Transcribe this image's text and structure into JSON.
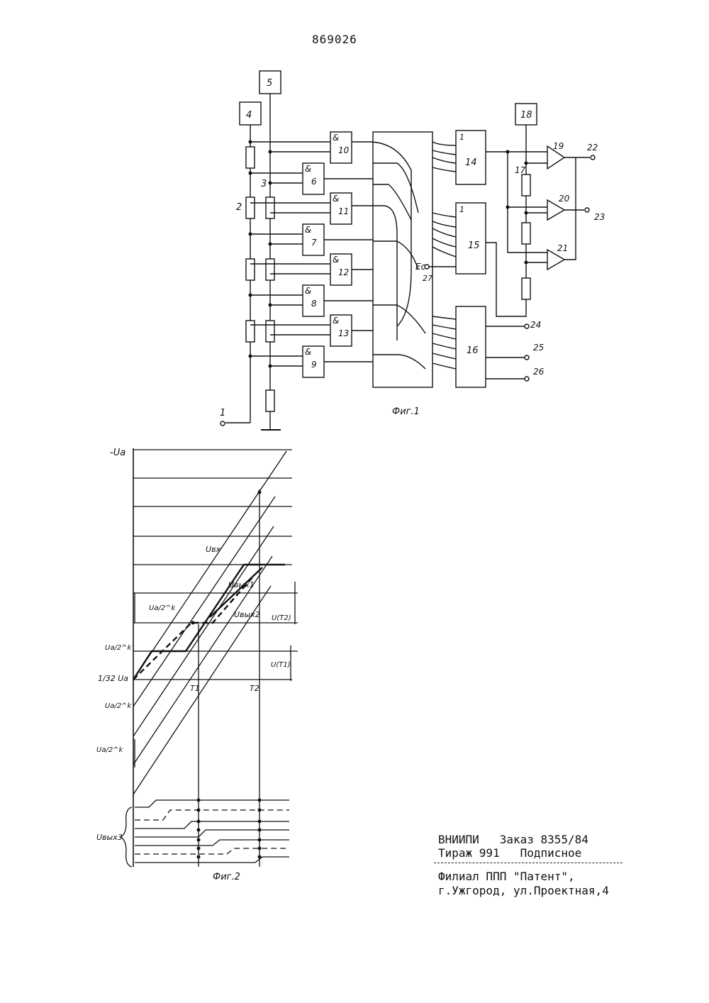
{
  "header": {
    "patent_number": "869026"
  },
  "fig1": {
    "caption": "Фиг.1",
    "blocks": [
      "4",
      "5",
      "18",
      "10",
      "6",
      "11",
      "7",
      "12",
      "8",
      "13",
      "9",
      "14",
      "15",
      "16"
    ],
    "gate_symbol": "&",
    "or_symbol": "1",
    "labels": {
      "n1": "1",
      "n2": "2",
      "n3": "3",
      "n17": "17",
      "n19": "19",
      "n20": "20",
      "n21": "21",
      "n22": "22",
      "n23": "23",
      "n24": "24",
      "n25": "25",
      "n26": "26",
      "ec": "Ec",
      "n27": "27"
    }
  },
  "fig2": {
    "caption": "Фиг.2",
    "labels": {
      "minus_ua": "-Ua",
      "ubx": "Uвх",
      "ubyx1": "Uвых1",
      "ubyx2": "Uвых2",
      "ua_2k": "Ua/2^k",
      "u_t2": "U(T2)",
      "u_t1": "U(T1)",
      "t1": "T1",
      "t2": "T2",
      "half": "1/32 Ua",
      "ubyx3": "Uвых3"
    }
  },
  "imprint": {
    "line1": "ВНИИПИ   Заказ 8355/84",
    "line2": "Тираж 991   Подписное",
    "line3": "Филиал ППП \"Патент\",",
    "line4": "г.Ужгород, ул.Проектная,4"
  }
}
